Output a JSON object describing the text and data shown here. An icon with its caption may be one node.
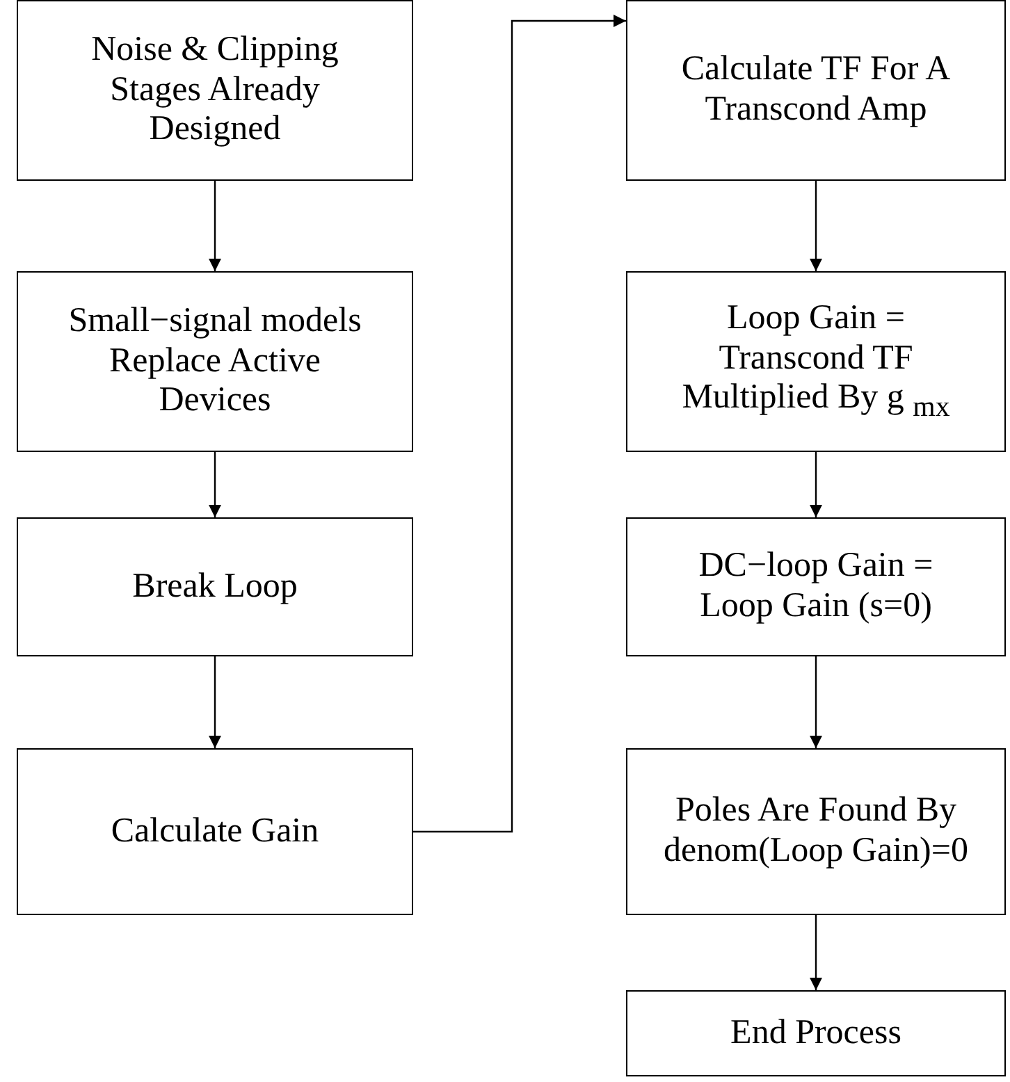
{
  "diagram": {
    "nodes": [
      {
        "text": [
          "Noise & Clipping Stages Already Designed"
        ]
      },
      {
        "text": [
          "Small−signal models Replace Active Devices"
        ]
      },
      {
        "text": [
          "Break Loop"
        ]
      },
      {
        "text": [
          "Calculate Gain"
        ]
      },
      {
        "text": [
          "Calculate TF For A Transcond Amp"
        ]
      },
      {
        "text": [
          "Loop Gain = Transcond TF Multiplied By g $_{mx}$"
        ]
      },
      {
        "text": [
          "DC−loop Gain = Loop Gain (s=0)"
        ]
      },
      {
        "text": [
          "Poles Are Found By denom(Loop Gain)=0"
        ]
      },
      {
        "text": [
          "End Process"
        ]
      }
    ],
    "edges": [
      {
        "from": 0,
        "to": 1,
        "arrow": "to"
      },
      {
        "from": 1,
        "to": 2,
        "arrow": "to"
      },
      {
        "from": 2,
        "to": 3,
        "arrow": "to"
      },
      {
        "from": 3,
        "to": 4,
        "arrow": "to"
      },
      {
        "from": 4,
        "to": 5,
        "arrow": "to"
      },
      {
        "from": 5,
        "to": 6,
        "arrow": "to"
      },
      {
        "from": 6,
        "to": 7,
        "arrow": "to"
      },
      {
        "from": 7,
        "to": 8,
        "arrow": "to"
      }
    ]
  }
}
